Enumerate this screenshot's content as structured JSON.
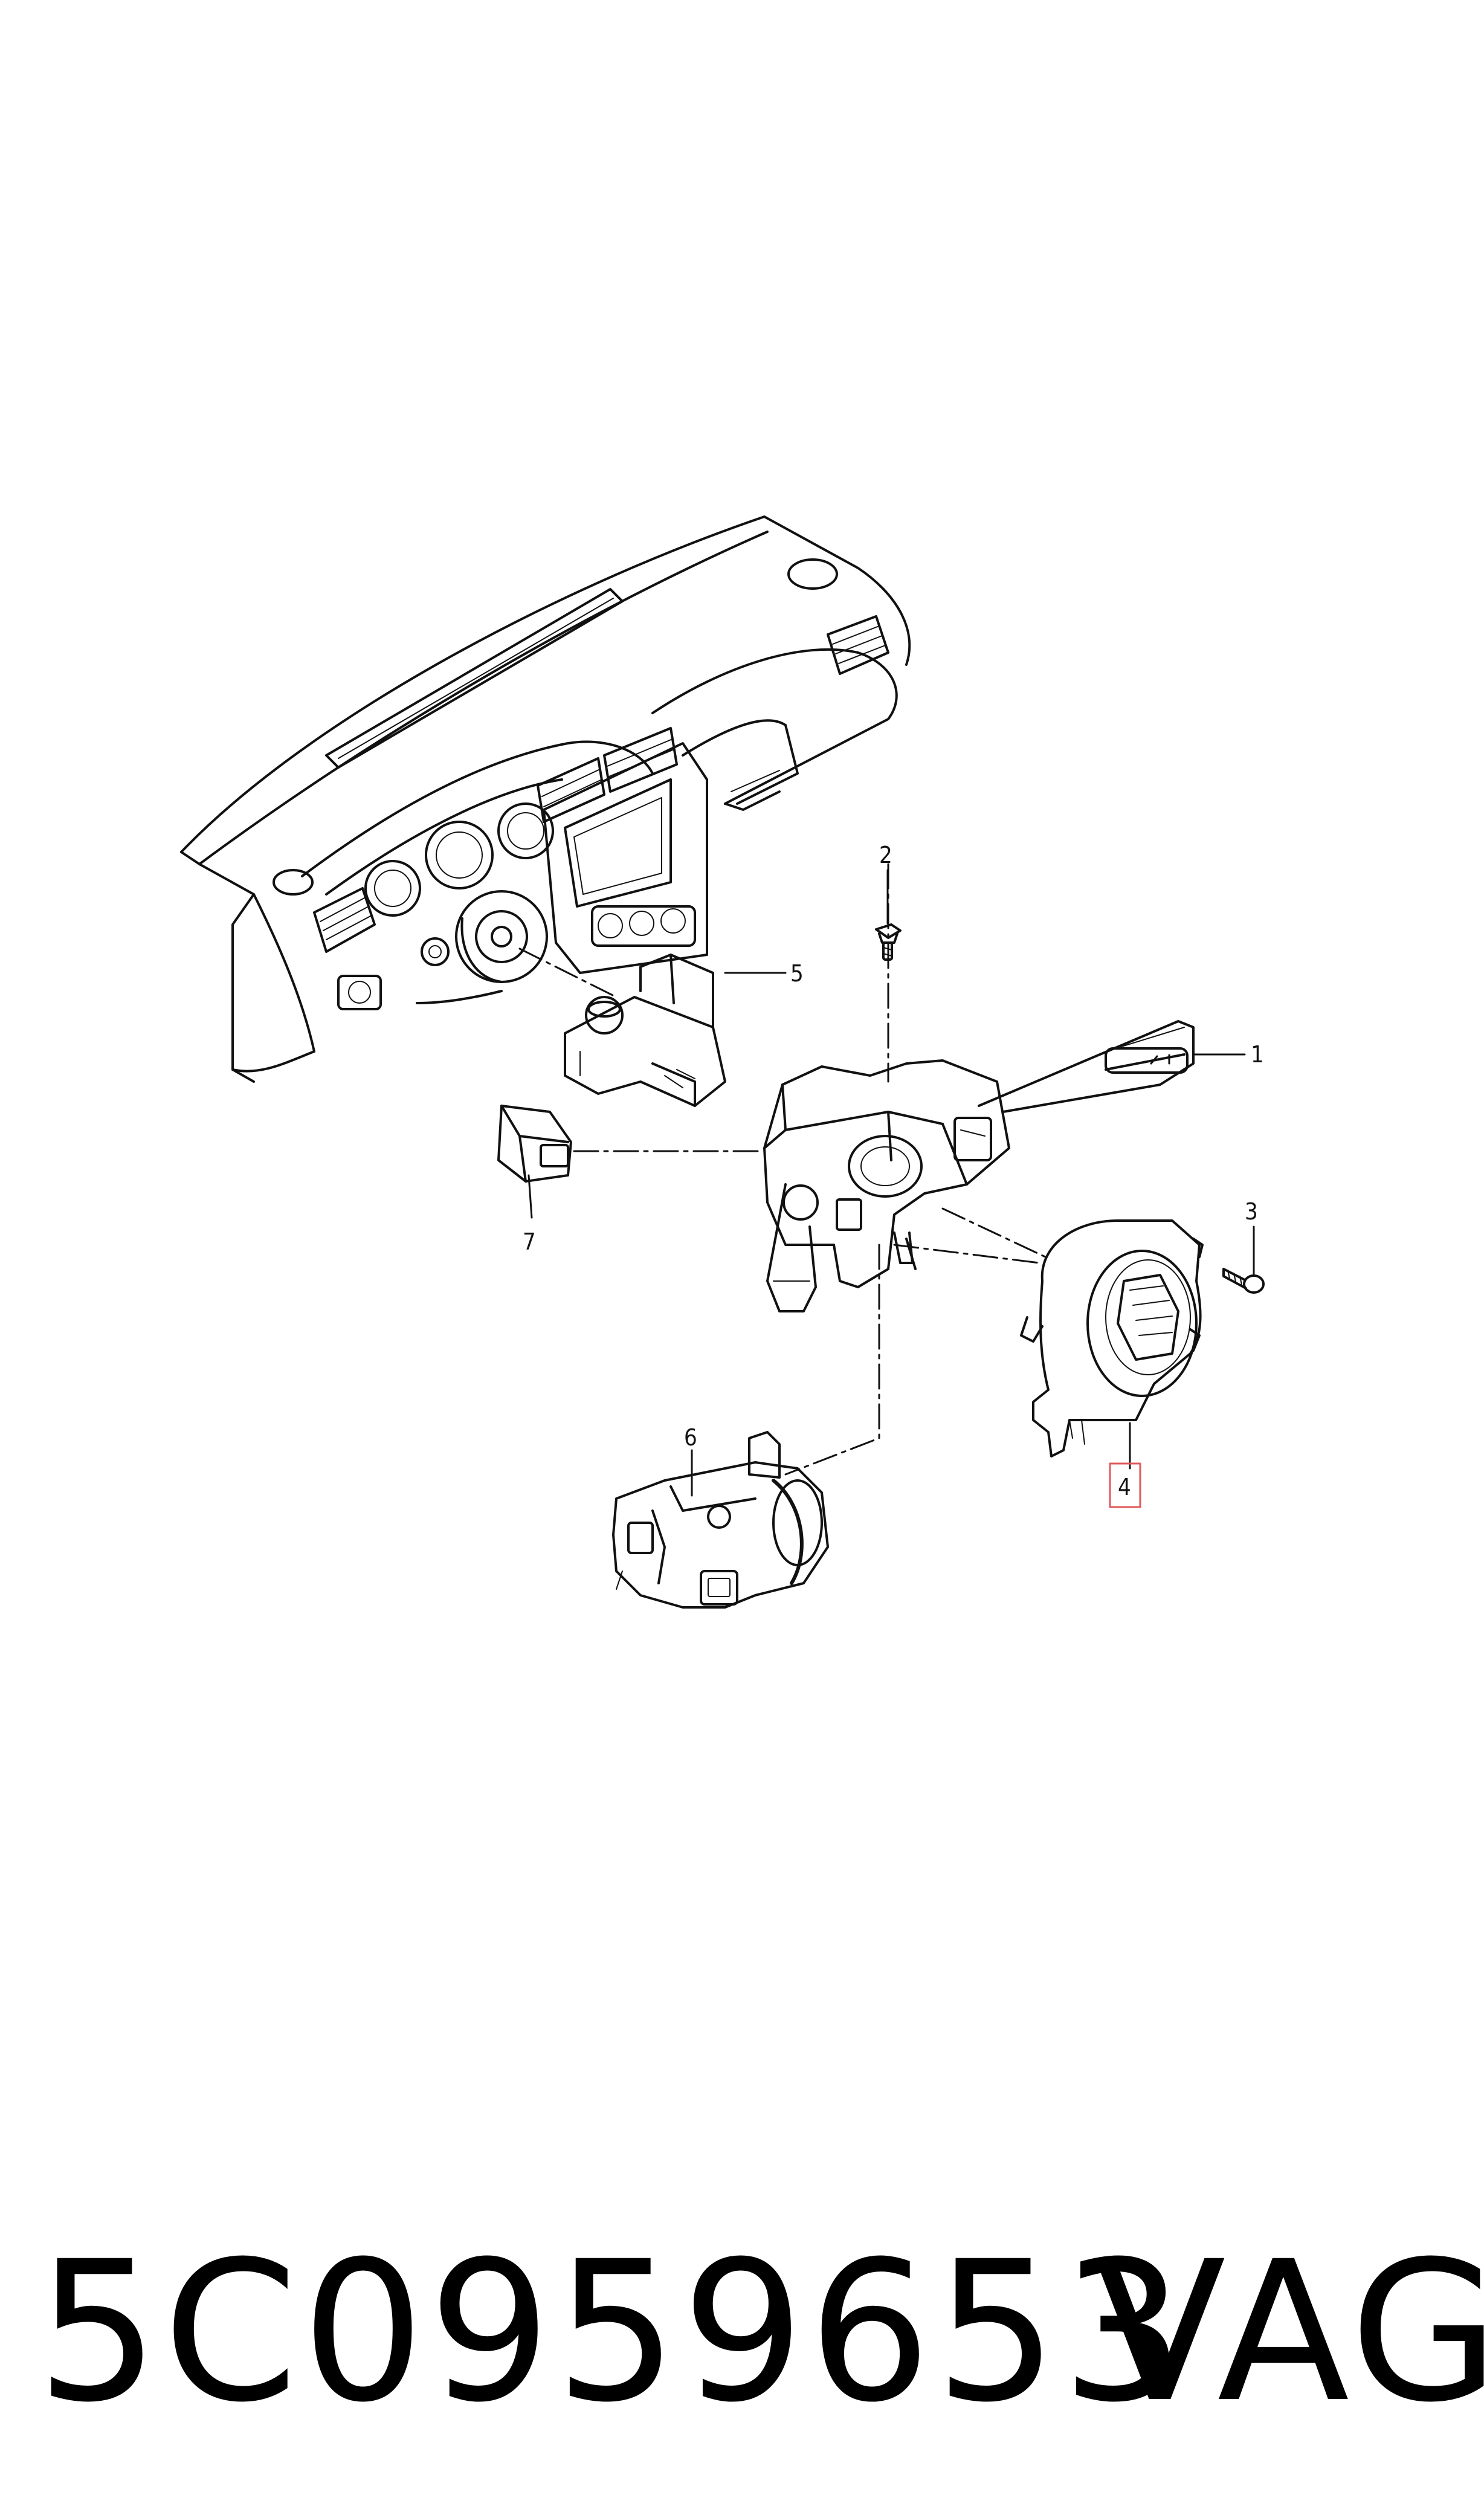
{
  "diagram": {
    "callouts": [
      {
        "id": "1",
        "label": "1"
      },
      {
        "id": "2",
        "label": "2"
      },
      {
        "id": "3",
        "label": "3"
      },
      {
        "id": "4",
        "label": "4"
      },
      {
        "id": "5",
        "label": "5"
      },
      {
        "id": "6",
        "label": "6"
      },
      {
        "id": "7",
        "label": "7"
      }
    ],
    "highlighted_callout": "4",
    "highlight_color": "#e05a5a",
    "line_color": "#111111"
  },
  "footer": {
    "part_number": "5C0959653",
    "brand": "VAG"
  }
}
